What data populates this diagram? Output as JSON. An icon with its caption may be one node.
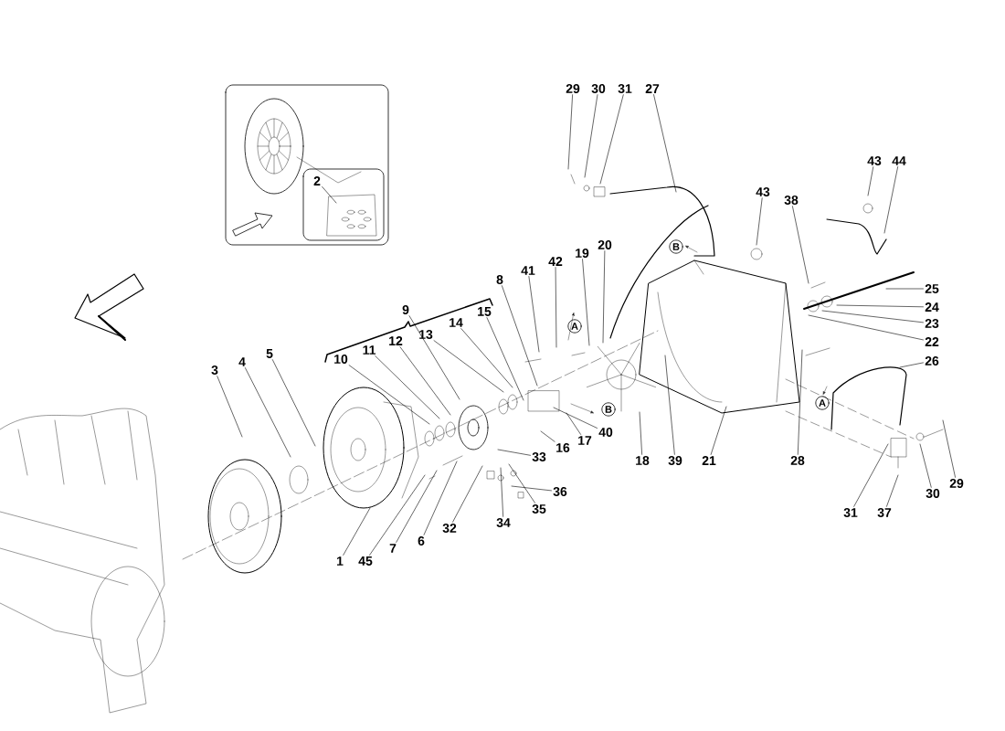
{
  "diagram": {
    "nodes": [
      {
        "text": [
          "2"
        ]
      },
      {
        "text": [
          "29"
        ]
      },
      {
        "text": [
          "30"
        ]
      },
      {
        "text": [
          "31"
        ]
      },
      {
        "text": [
          "27"
        ]
      },
      {
        "text": [
          "43"
        ]
      },
      {
        "text": [
          "44"
        ]
      },
      {
        "text": [
          "43"
        ]
      },
      {
        "text": [
          "38"
        ]
      },
      {
        "text": [
          "B"
        ]
      },
      {
        "text": [
          "25"
        ]
      },
      {
        "text": [
          "24"
        ]
      },
      {
        "text": [
          "23"
        ]
      },
      {
        "text": [
          "22"
        ]
      },
      {
        "text": [
          "8"
        ]
      },
      {
        "text": [
          "41"
        ]
      },
      {
        "text": [
          "42"
        ]
      },
      {
        "text": [
          "19"
        ]
      },
      {
        "text": [
          "20"
        ]
      },
      {
        "text": [
          "9"
        ]
      },
      {
        "text": [
          "A"
        ]
      },
      {
        "text": [
          "26"
        ]
      },
      {
        "text": [
          "10"
        ]
      },
      {
        "text": [
          "11"
        ]
      },
      {
        "text": [
          "12"
        ]
      },
      {
        "text": [
          "13"
        ]
      },
      {
        "text": [
          "14"
        ]
      },
      {
        "text": [
          "15"
        ]
      },
      {
        "text": [
          "3"
        ]
      },
      {
        "text": [
          "4"
        ]
      },
      {
        "text": [
          "5"
        ]
      },
      {
        "text": [
          "B"
        ]
      },
      {
        "text": [
          "40"
        ]
      },
      {
        "text": [
          "A"
        ]
      },
      {
        "text": [
          "17"
        ]
      },
      {
        "text": [
          "16"
        ]
      },
      {
        "text": [
          "33"
        ]
      },
      {
        "text": [
          "18"
        ]
      },
      {
        "text": [
          "39"
        ]
      },
      {
        "text": [
          "21"
        ]
      },
      {
        "text": [
          "28"
        ]
      },
      {
        "text": [
          "29"
        ]
      },
      {
        "text": [
          "30"
        ]
      },
      {
        "text": [
          "36"
        ]
      },
      {
        "text": [
          "31"
        ]
      },
      {
        "text": [
          "37"
        ]
      },
      {
        "text": [
          "35"
        ]
      },
      {
        "text": [
          "32"
        ]
      },
      {
        "text": [
          "34"
        ]
      },
      {
        "text": [
          "6"
        ]
      },
      {
        "text": [
          "7"
        ]
      },
      {
        "text": [
          "45"
        ]
      },
      {
        "text": [
          "1"
        ]
      }
    ],
    "edges": [
      {
        "from": 0,
        "to": null,
        "arrow": "none"
      },
      {
        "from": 1,
        "to": null,
        "arrow": "none"
      },
      {
        "from": 2,
        "to": null,
        "arrow": "none"
      },
      {
        "from": 3,
        "to": null,
        "arrow": "none"
      },
      {
        "from": 4,
        "to": null,
        "arrow": "none"
      },
      {
        "from": 5,
        "to": null,
        "arrow": "none"
      },
      {
        "from": 6,
        "to": null,
        "arrow": "none"
      },
      {
        "from": 7,
        "to": null,
        "arrow": "none"
      },
      {
        "from": 8,
        "to": null,
        "arrow": "none"
      },
      {
        "from": 10,
        "to": null,
        "arrow": "none"
      },
      {
        "from": 11,
        "to": null,
        "arrow": "none"
      },
      {
        "from": 12,
        "to": null,
        "arrow": "none"
      },
      {
        "from": 13,
        "to": null,
        "arrow": "none"
      },
      {
        "from": 14,
        "to": null,
        "arrow": "none"
      },
      {
        "from": 15,
        "to": null,
        "arrow": "none"
      },
      {
        "from": 16,
        "to": null,
        "arrow": "none"
      },
      {
        "from": 17,
        "to": null,
        "arrow": "none"
      },
      {
        "from": 18,
        "to": null,
        "arrow": "none"
      },
      {
        "from": 19,
        "to": null,
        "arrow": "none"
      },
      {
        "from": 21,
        "to": null,
        "arrow": "none"
      },
      {
        "from": 22,
        "to": null,
        "arrow": "none"
      },
      {
        "from": 23,
        "to": null,
        "arrow": "none"
      },
      {
        "from": 24,
        "to": null,
        "arrow": "none"
      },
      {
        "from": 25,
        "to": null,
        "arrow": "none"
      },
      {
        "from": 26,
        "to": null,
        "arrow": "none"
      },
      {
        "from": 27,
        "to": null,
        "arrow": "none"
      },
      {
        "from": 28,
        "to": null,
        "arrow": "none"
      },
      {
        "from": 29,
        "to": null,
        "arrow": "none"
      },
      {
        "from": 30,
        "to": null,
        "arrow": "none"
      },
      {
        "from": 32,
        "to": null,
        "arrow": "none"
      },
      {
        "from": 34,
        "to": null,
        "arrow": "none"
      },
      {
        "from": 35,
        "to": null,
        "arrow": "none"
      },
      {
        "from": 36,
        "to": null,
        "arrow": "none"
      },
      {
        "from": 37,
        "to": null,
        "arrow": "none"
      },
      {
        "from": 38,
        "to": null,
        "arrow": "none"
      },
      {
        "from": 39,
        "to": null,
        "arrow": "none"
      },
      {
        "from": 40,
        "to": null,
        "arrow": "none"
      },
      {
        "from": 41,
        "to": null,
        "arrow": "none"
      },
      {
        "from": 42,
        "to": null,
        "arrow": "none"
      },
      {
        "from": 43,
        "to": null,
        "arrow": "none"
      },
      {
        "from": 44,
        "to": null,
        "arrow": "none"
      },
      {
        "from": 45,
        "to": null,
        "arrow": "none"
      },
      {
        "from": 46,
        "to": null,
        "arrow": "none"
      },
      {
        "from": 47,
        "to": null,
        "arrow": "none"
      },
      {
        "from": 48,
        "to": null,
        "arrow": "none"
      },
      {
        "from": 49,
        "to": null,
        "arrow": "none"
      },
      {
        "from": 50,
        "to": null,
        "arrow": "none"
      },
      {
        "from": 51,
        "to": null,
        "arrow": "none"
      },
      {
        "from": 52,
        "to": null,
        "arrow": "none"
      }
    ]
  }
}
